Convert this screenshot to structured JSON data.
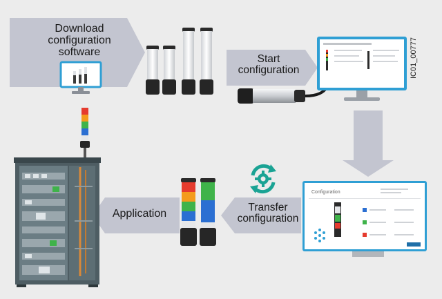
{
  "steps": {
    "download": {
      "line1": "Download",
      "line2": "configuration",
      "line3": "software"
    },
    "start": {
      "line1": "Start",
      "line2": "configuration"
    },
    "transfer": {
      "line1": "Transfer",
      "line2": "configuration"
    },
    "application": {
      "label": "Application"
    }
  },
  "figure_id": "IC01_00777",
  "screen_title": "Configuration",
  "colors": {
    "background": "#ececec",
    "arrow": "#c3c5d0",
    "monitor_frame": "#2f9fd4",
    "sync_icon": "#1aa394",
    "led_red": "#e53b2e",
    "led_orange": "#f49b1c",
    "led_green": "#3fb34a",
    "led_blue": "#2b6fd2",
    "cabinet": "#5b6b72"
  }
}
